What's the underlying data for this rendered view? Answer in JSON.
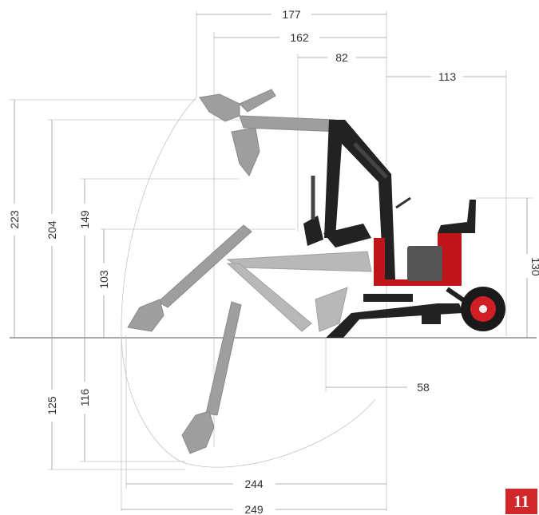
{
  "colors": {
    "accent": "#d0272a",
    "machine_red": "#c0141b",
    "machine_black": "#222222",
    "ghost": "#9e9e9e"
  },
  "dimensions": {
    "top_177": "177",
    "top_162": "162",
    "top_82": "82",
    "right_113": "113",
    "right_130": "130",
    "left_223": "223",
    "left_204": "204",
    "left_149": "149",
    "left_103": "103",
    "left_125": "125",
    "left_116": "116",
    "mid_58": "58",
    "bottom_244": "244",
    "bottom_249": "249"
  },
  "page_number": "11"
}
